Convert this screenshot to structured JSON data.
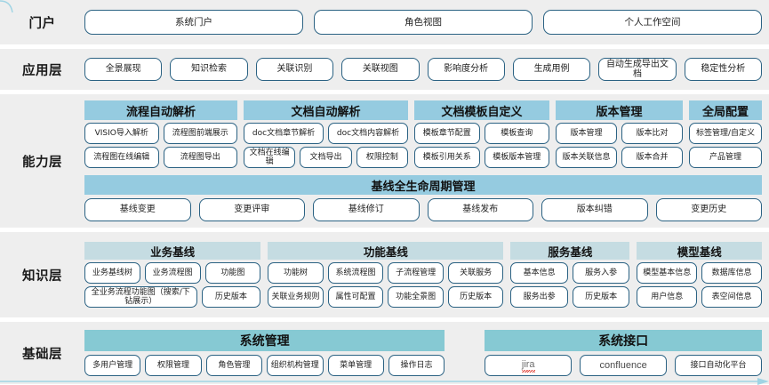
{
  "rows": {
    "portal": {
      "label": "门户",
      "items": [
        "系统门户",
        "角色视图",
        "个人工作空间"
      ]
    },
    "application": {
      "label": "应用层",
      "items": [
        "全景展现",
        "知识检索",
        "关联识别",
        "关联视图",
        "影响度分析",
        "生成用例",
        "自动生成导出文档",
        "稳定性分析"
      ]
    },
    "capability": {
      "label": "能力层",
      "groups": [
        {
          "title": "流程自动解析",
          "row1": [
            "VISIO导入解析",
            "流程图前端展示"
          ],
          "row2": [
            "流程图在线编辑",
            "流程图导出"
          ]
        },
        {
          "title": "文档自动解析",
          "row1": [
            "doc文档章节解析",
            "doc文档内容解析"
          ],
          "row2": [
            "文档在线编辑",
            "文档导出",
            "权限控制"
          ]
        },
        {
          "title": "文档模板自定义",
          "row1": [
            "模板章节配置",
            "模板查询"
          ],
          "row2": [
            "模板引用关系",
            "模板版本管理"
          ]
        },
        {
          "title": "版本管理",
          "row1": [
            "版本管理",
            "版本比对"
          ],
          "row2": [
            "版本关联信息",
            "版本合并"
          ]
        },
        {
          "title": "全局配置",
          "row1": [
            "标签管理/自定义"
          ],
          "row2": [
            "产品管理"
          ]
        }
      ],
      "lifecycle": {
        "title": "基线全生命周期管理",
        "items": [
          "基线变更",
          "变更评审",
          "基线修订",
          "基线发布",
          "版本纠错",
          "变更历史"
        ]
      }
    },
    "knowledge": {
      "label": "知识层",
      "groups": [
        {
          "title": "业务基线",
          "row1": [
            "业务基线树",
            "业务流程图",
            "功能图"
          ],
          "row2": [
            "全业务流程功能图（搜索/下钻展示）",
            "历史版本"
          ]
        },
        {
          "title": "功能基线",
          "row1": [
            "功能树",
            "系统流程图",
            "子流程管理",
            "关联服务"
          ],
          "row2": [
            "关联业务规则",
            "属性可配置",
            "功能全景图",
            "历史版本"
          ]
        },
        {
          "title": "服务基线",
          "row1": [
            "基本信息",
            "服务入参"
          ],
          "row2": [
            "服务出参",
            "历史版本"
          ]
        },
        {
          "title": "模型基线",
          "row1": [
            "模型基本信息",
            "数据库信息"
          ],
          "row2": [
            "用户信息",
            "表空间信息"
          ]
        }
      ]
    },
    "base": {
      "label": "基础层",
      "groups": [
        {
          "title": "系统管理",
          "items": [
            "多用户管理",
            "权限管理",
            "角色管理",
            "组织机构管理",
            "菜单管理",
            "操作日志"
          ]
        },
        {
          "title": "系统接口",
          "items": [
            "jira",
            "confluence",
            "接口自动化平台"
          ]
        }
      ]
    }
  },
  "colors": {
    "row_bg": "#eeeeee",
    "pill_border": "#2b6283",
    "cap_header": "#95cbe0",
    "know_header": "#c5dce2",
    "base_header": "#86c9d3",
    "accent_line": "#9fd4e4"
  }
}
